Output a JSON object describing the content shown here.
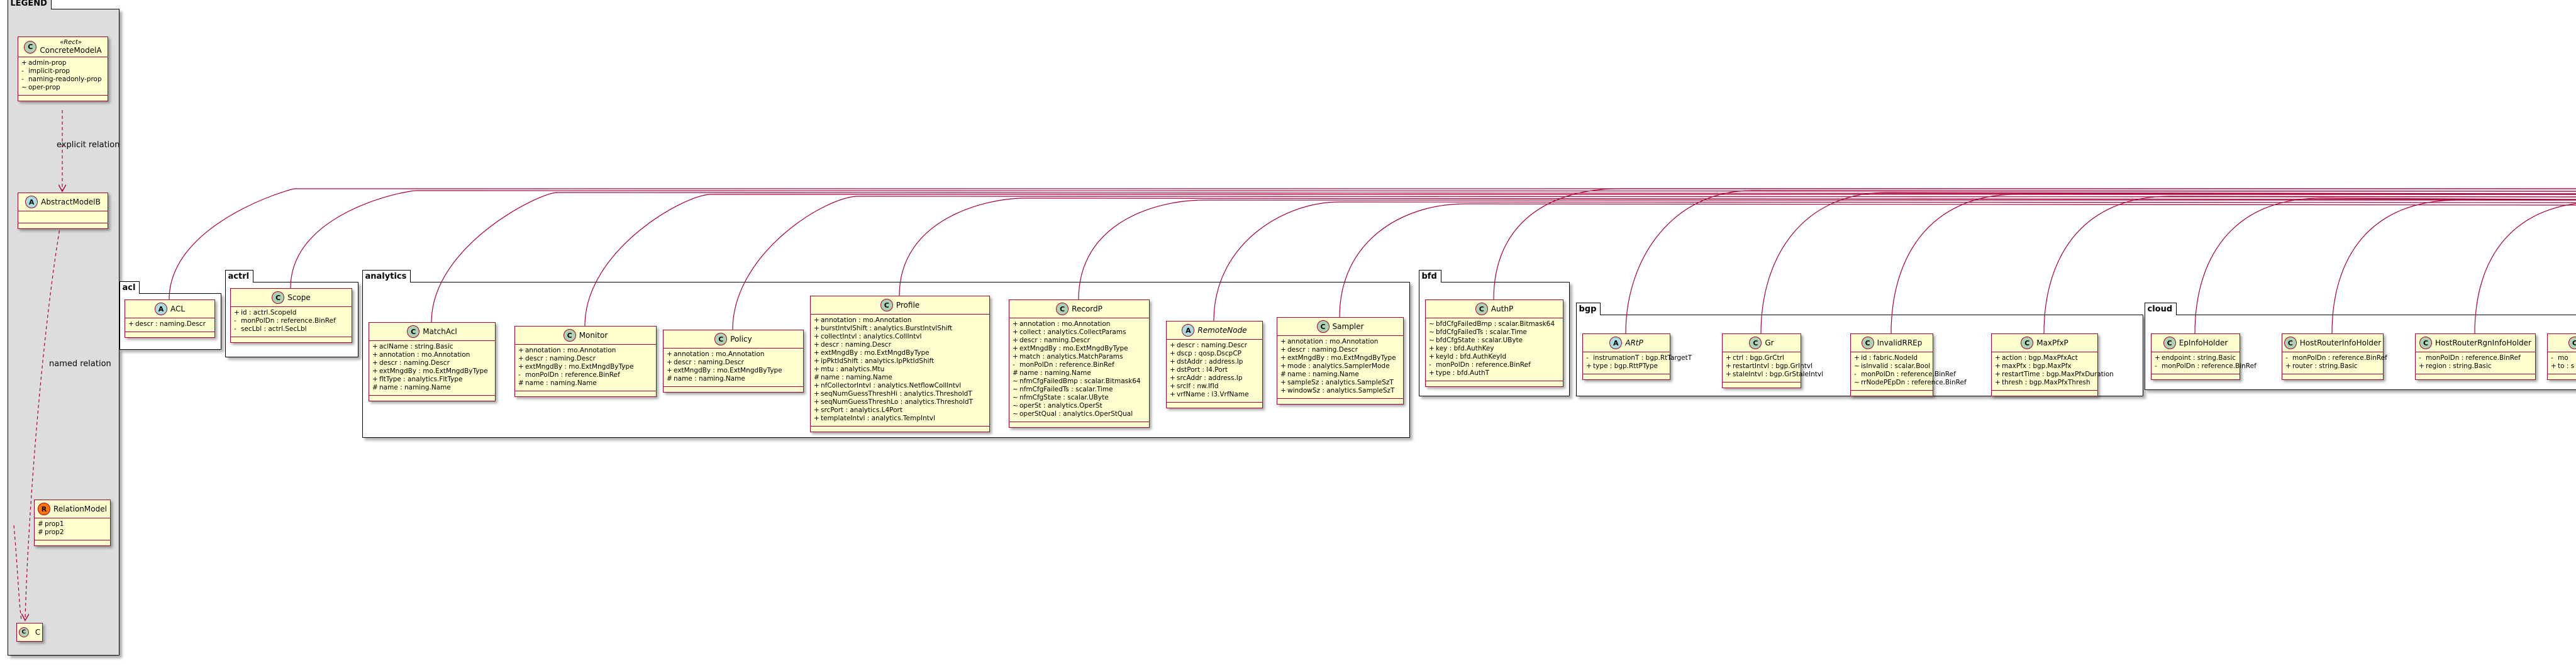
{
  "colors": {
    "class_fill": "#fefece",
    "class_border": "#a80036",
    "badge_c": "#add1b2",
    "badge_a": "#a9dcdf",
    "badge_r": "#ff7700",
    "legend_bg": "#dddddd",
    "edge": "#a80036"
  },
  "legend": {
    "title": "LEGEND",
    "edge_labels": {
      "explicit": "explicit relation",
      "named": "named relation"
    },
    "classes": [
      {
        "id": "lg-concrete",
        "badge": "C",
        "stereotype": "«Rect»",
        "name": "ConcreteModelA",
        "abstract": false,
        "attrs": [
          [
            "+",
            "admin-prop"
          ],
          [
            "-",
            "implicit-prop"
          ],
          [
            "-",
            "naming-readonly-prop"
          ],
          [
            "~",
            "oper-prop"
          ]
        ]
      },
      {
        "id": "lg-abstract",
        "badge": "A",
        "stereotype": "",
        "name": "AbstractModelB",
        "abstract": false,
        "attrs": []
      },
      {
        "id": "lg-relation",
        "badge": "R",
        "stereotype": "",
        "name": "RelationModel",
        "abstract": false,
        "attrs": [
          [
            "#",
            "prop1"
          ],
          [
            "#",
            "prop2"
          ]
        ]
      },
      {
        "id": "lg-c",
        "badge": "C",
        "stereotype": "",
        "name": "C",
        "abstract": false,
        "attrs": [],
        "compact": true
      }
    ]
  },
  "packages": [
    {
      "id": "acl",
      "name": "acl",
      "classes": [
        {
          "id": "acl-ACL",
          "badge": "A",
          "name": "ACL",
          "abstract": false,
          "attrs": [
            [
              "+",
              "descr : naming.Descr"
            ]
          ]
        }
      ]
    },
    {
      "id": "actrl",
      "name": "actrl",
      "classes": [
        {
          "id": "actrl-Scope",
          "badge": "C",
          "name": "Scope",
          "abstract": false,
          "attrs": [
            [
              "+",
              "id : actrl.ScopeId"
            ],
            [
              "-",
              "monPolDn : reference.BinRef"
            ],
            [
              "-",
              "secLbl : actrl.SecLbl"
            ]
          ]
        }
      ]
    },
    {
      "id": "analytics",
      "name": "analytics",
      "classes": [
        {
          "id": "an-MatchAcl",
          "badge": "C",
          "name": "MatchAcl",
          "abstract": false,
          "attrs": [
            [
              "+",
              "aclName : string.Basic"
            ],
            [
              "+",
              "annotation : mo.Annotation"
            ],
            [
              "+",
              "descr : naming.Descr"
            ],
            [
              "+",
              "extMngdBy : mo.ExtMngdByType"
            ],
            [
              "+",
              "fltType : analytics.FltType"
            ],
            [
              "#",
              "name : naming.Name"
            ]
          ]
        },
        {
          "id": "an-Monitor",
          "badge": "C",
          "name": "Monitor",
          "abstract": false,
          "attrs": [
            [
              "+",
              "annotation : mo.Annotation"
            ],
            [
              "+",
              "descr : naming.Descr"
            ],
            [
              "+",
              "extMngdBy : mo.ExtMngdByType"
            ],
            [
              "-",
              "monPolDn : reference.BinRef"
            ],
            [
              "#",
              "name : naming.Name"
            ]
          ]
        },
        {
          "id": "an-Policy",
          "badge": "C",
          "name": "Policy",
          "abstract": false,
          "attrs": [
            [
              "+",
              "annotation : mo.Annotation"
            ],
            [
              "+",
              "descr : naming.Descr"
            ],
            [
              "+",
              "extMngdBy : mo.ExtMngdByType"
            ],
            [
              "#",
              "name : naming.Name"
            ]
          ]
        },
        {
          "id": "an-Profile",
          "badge": "C",
          "name": "Profile",
          "abstract": false,
          "attrs": [
            [
              "+",
              "annotation : mo.Annotation"
            ],
            [
              "+",
              "burstIntvlShift : analytics.BurstIntvlShift"
            ],
            [
              "+",
              "collectIntvl : analytics.CollIntvl"
            ],
            [
              "+",
              "descr : naming.Descr"
            ],
            [
              "+",
              "extMngdBy : mo.ExtMngdByType"
            ],
            [
              "+",
              "ipPktIdShift : analytics.IpPktIdShift"
            ],
            [
              "+",
              "mtu : analytics.Mtu"
            ],
            [
              "#",
              "name : naming.Name"
            ],
            [
              "+",
              "nfCollectorIntvl : analytics.NetflowCollIntvl"
            ],
            [
              "+",
              "seqNumGuessThreshHi : analytics.ThresholdT"
            ],
            [
              "+",
              "seqNumGuessThreshLo : analytics.ThresholdT"
            ],
            [
              "+",
              "srcPort : analytics.L4Port"
            ],
            [
              "+",
              "templateIntvl : analytics.TempIntvl"
            ]
          ]
        },
        {
          "id": "an-RecordP",
          "badge": "C",
          "name": "RecordP",
          "abstract": false,
          "attrs": [
            [
              "+",
              "annotation : mo.Annotation"
            ],
            [
              "+",
              "collect : analytics.CollectParams"
            ],
            [
              "+",
              "descr : naming.Descr"
            ],
            [
              "+",
              "extMngdBy : mo.ExtMngdByType"
            ],
            [
              "+",
              "match : analytics.MatchParams"
            ],
            [
              "-",
              "monPolDn : reference.BinRef"
            ],
            [
              "#",
              "name : naming.Name"
            ],
            [
              "~",
              "nfmCfgFailedBmp : scalar.Bitmask64"
            ],
            [
              "~",
              "nfmCfgFailedTs : scalar.Time"
            ],
            [
              "~",
              "nfmCfgState : scalar.UByte"
            ],
            [
              "~",
              "operSt : analytics.OperSt"
            ],
            [
              "~",
              "operStQual : analytics.OperStQual"
            ]
          ]
        },
        {
          "id": "an-RemoteNode",
          "badge": "A",
          "name": "RemoteNode",
          "abstract": true,
          "attrs": [
            [
              "+",
              "descr : naming.Descr"
            ],
            [
              "+",
              "dscp : qosp.DscpCP"
            ],
            [
              "+",
              "dstAddr : address.Ip"
            ],
            [
              "+",
              "dstPort : l4.Port"
            ],
            [
              "+",
              "srcAddr : address.Ip"
            ],
            [
              "+",
              "srcIf : nw.IfId"
            ],
            [
              "+",
              "vrfName : l3.VrfName"
            ]
          ]
        },
        {
          "id": "an-Sampler",
          "badge": "C",
          "name": "Sampler",
          "abstract": false,
          "attrs": [
            [
              "+",
              "annotation : mo.Annotation"
            ],
            [
              "+",
              "descr : naming.Descr"
            ],
            [
              "+",
              "extMngdBy : mo.ExtMngdByType"
            ],
            [
              "+",
              "mode : analytics.SamplerMode"
            ],
            [
              "#",
              "name : naming.Name"
            ],
            [
              "+",
              "sampleSz : analytics.SampleSzT"
            ],
            [
              "+",
              "windowSz : analytics.SampleSzT"
            ]
          ]
        }
      ]
    },
    {
      "id": "bfd",
      "name": "bfd",
      "classes": [
        {
          "id": "bfd-AuthP",
          "badge": "C",
          "name": "AuthP",
          "abstract": false,
          "attrs": [
            [
              "~",
              "bfdCfgFailedBmp : scalar.Bitmask64"
            ],
            [
              "~",
              "bfdCfgFailedTs : scalar.Time"
            ],
            [
              "~",
              "bfdCfgState : scalar.UByte"
            ],
            [
              "+",
              "key : bfd.AuthKey"
            ],
            [
              "+",
              "keyId : bfd.AuthKeyId"
            ],
            [
              "-",
              "monPolDn : reference.BinRef"
            ],
            [
              "+",
              "type : bfd.AuthT"
            ]
          ]
        }
      ]
    },
    {
      "id": "bgp",
      "name": "bgp",
      "classes": [
        {
          "id": "bgp-ARtP",
          "badge": "A",
          "name": "ARtP",
          "abstract": true,
          "attrs": [
            [
              "-",
              "instrumationT : bgp.RtTargetT"
            ],
            [
              "+",
              "type : bgp.RttPType"
            ]
          ]
        },
        {
          "id": "bgp-Gr",
          "badge": "C",
          "name": "Gr",
          "abstract": false,
          "attrs": [
            [
              "+",
              "ctrl : bgp.GrCtrl"
            ],
            [
              "+",
              "restartIntvl : bgp.GrIntvl"
            ],
            [
              "+",
              "staleIntvl : bgp.GrStaleIntvl"
            ]
          ]
        },
        {
          "id": "bgp-InvalidRREp",
          "badge": "C",
          "name": "InvalidRREp",
          "abstract": false,
          "attrs": [
            [
              "+",
              "id : fabric.NodeId"
            ],
            [
              "~",
              "isInvalid : scalar.Bool"
            ],
            [
              "-",
              "monPolDn : reference.BinRef"
            ],
            [
              "~",
              "rrNodePEpDn : reference.BinRef"
            ]
          ]
        },
        {
          "id": "bgp-MaxPfxP",
          "badge": "C",
          "name": "MaxPfxP",
          "abstract": false,
          "attrs": [
            [
              "+",
              "action : bgp.MaxPfxAct"
            ],
            [
              "+",
              "maxPfx : bgp.MaxPfx"
            ],
            [
              "+",
              "restartTime : bgp.MaxPfxDuration"
            ],
            [
              "+",
              "thresh : bgp.MaxPfxThresh"
            ]
          ]
        }
      ]
    },
    {
      "id": "cloud",
      "name": "cloud",
      "classes": [
        {
          "id": "cl-EpInfoHolder",
          "badge": "C",
          "name": "EpInfoHolder",
          "abstract": false,
          "attrs": [
            [
              "+",
              "endpoint : string.Basic"
            ],
            [
              "-",
              "monPolDn : reference.BinRef"
            ]
          ]
        },
        {
          "id": "cl-HostRouterInfoHolder",
          "badge": "C",
          "name": "HostRouterInfoHolder",
          "abstract": false,
          "attrs": [
            [
              "-",
              "monPolDn : reference.BinRef"
            ],
            [
              "+",
              "router : string.Basic"
            ]
          ]
        },
        {
          "id": "cl-HostRouterRgnInfoHolder",
          "badge": "C",
          "name": "HostRouterRgnInfoHolder",
          "abstract": false,
          "attrs": [
            [
              "-",
              "monPolDn : reference.BinRef"
            ],
            [
              "+",
              "region : string.Basic"
            ]
          ]
        },
        {
          "id": "cl-partial",
          "badge": "C",
          "name": "mo",
          "abstract": false,
          "attrs": [
            [
              "-",
              "mo"
            ],
            [
              "+",
              "to : s"
            ]
          ]
        }
      ]
    }
  ]
}
